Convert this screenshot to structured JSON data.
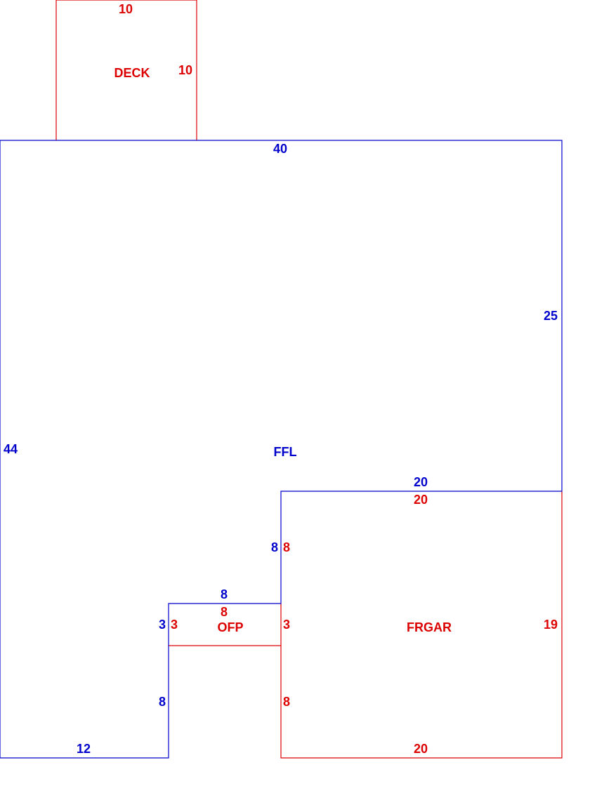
{
  "colors": {
    "living": "#0000cc",
    "other": "#dd0000"
  },
  "areas": {
    "deck": {
      "label": "DECK",
      "width": "10",
      "depth": "10"
    },
    "ffl": {
      "label": "FFL",
      "top": "40",
      "right": "25",
      "left": "44",
      "bottom": "12",
      "notch_step": "20",
      "notch_side": "8",
      "porch_top": "8",
      "porch_left": "3",
      "lower_inner": "8"
    },
    "ofp": {
      "label": "OFP",
      "top": "8",
      "left": "3",
      "right": "3"
    },
    "frgar": {
      "label": "FRGAR",
      "top": "20",
      "left_upper": "8",
      "left_lower": "8",
      "right": "19",
      "bottom": "20"
    }
  }
}
